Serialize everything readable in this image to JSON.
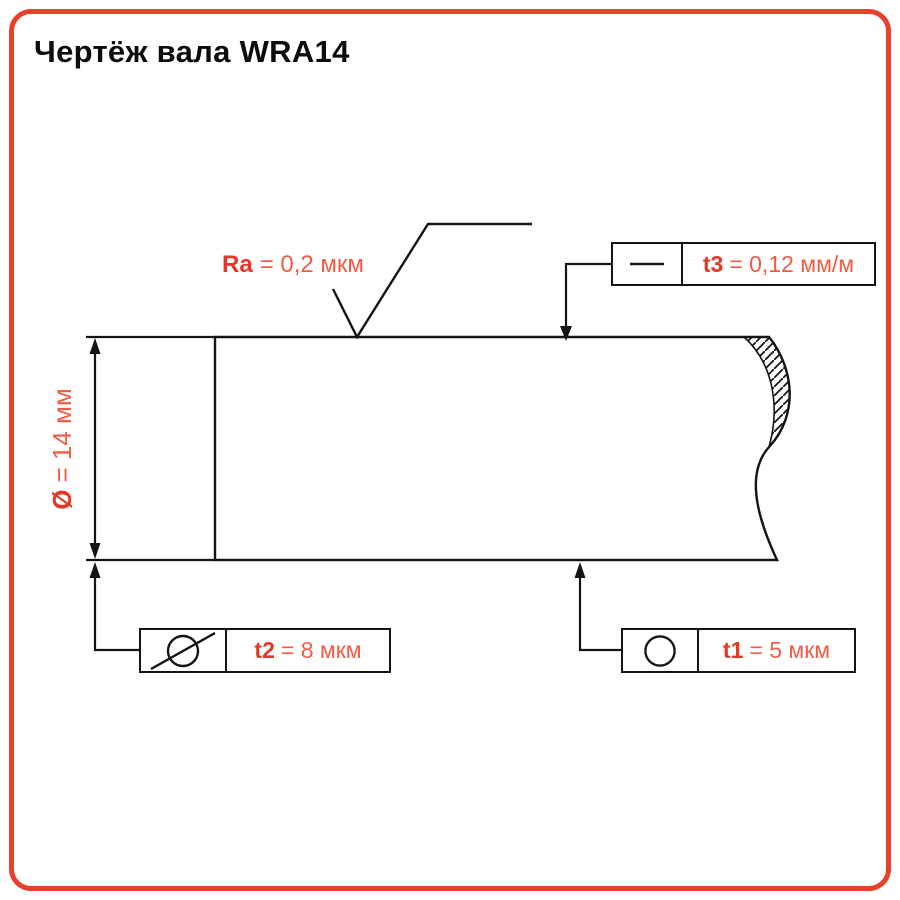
{
  "theme": {
    "accent": "#e8402a",
    "key_color": "#e43726",
    "value_color": "#f15c44",
    "line_color": "#141414",
    "title_color": "#0c0c0c"
  },
  "page": {
    "title": "Чертёж вала WRA14"
  },
  "drawing": {
    "roughness": {
      "key": "Ra",
      "value": "= 0,2 мкм"
    },
    "diameter": {
      "key": "Ø",
      "value": "= 14 мм"
    },
    "tolerances": {
      "t3": {
        "key": "t3",
        "value": "= 0,12 мм/м",
        "symbol": "straightness-icon"
      },
      "t2": {
        "key": "t2",
        "value": "= 8 мкм",
        "symbol": "total-runout-icon"
      },
      "t1": {
        "key": "t1",
        "value": "= 5 мкм",
        "symbol": "roundness-icon"
      }
    }
  }
}
